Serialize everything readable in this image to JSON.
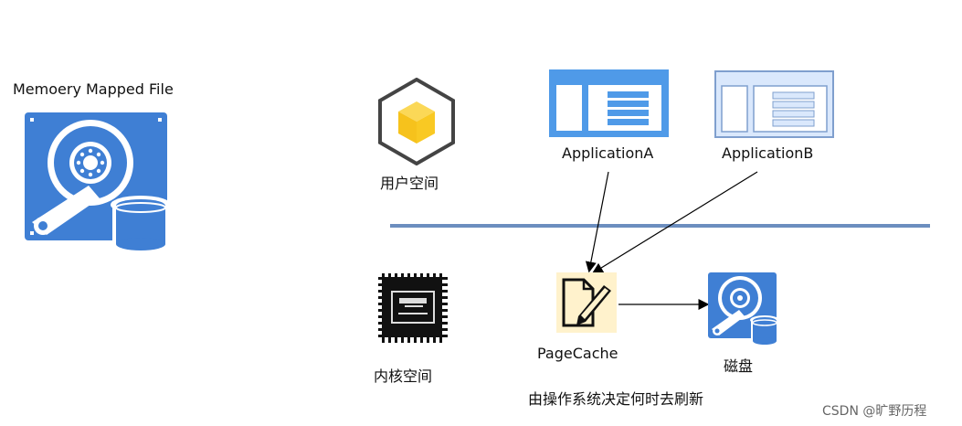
{
  "title": "Memoery Mapped File",
  "user_space_label": "用户空间",
  "kernel_space_label": "内核空间",
  "application_a_label": "ApplicationA",
  "application_b_label": "ApplicationB",
  "page_cache_label": "PageCache",
  "disk_label": "磁盘",
  "note": "由操作系统决定何时去刷新",
  "watermark": "CSDN @旷野历程",
  "colors": {
    "divider": "#6c8ebf",
    "disk_blue": "#3f7fd4",
    "app_a_blue": "#4f9ae8",
    "app_b_fill": "#dae8fc",
    "app_b_stroke": "#7f9fce",
    "cube_yellow": "#f9c923",
    "page_cache_bg": "#fff2cc"
  },
  "icons": [
    "hard-disk-icon",
    "cube-icon",
    "application-window-icon",
    "cpu-chip-icon",
    "document-edit-icon"
  ]
}
